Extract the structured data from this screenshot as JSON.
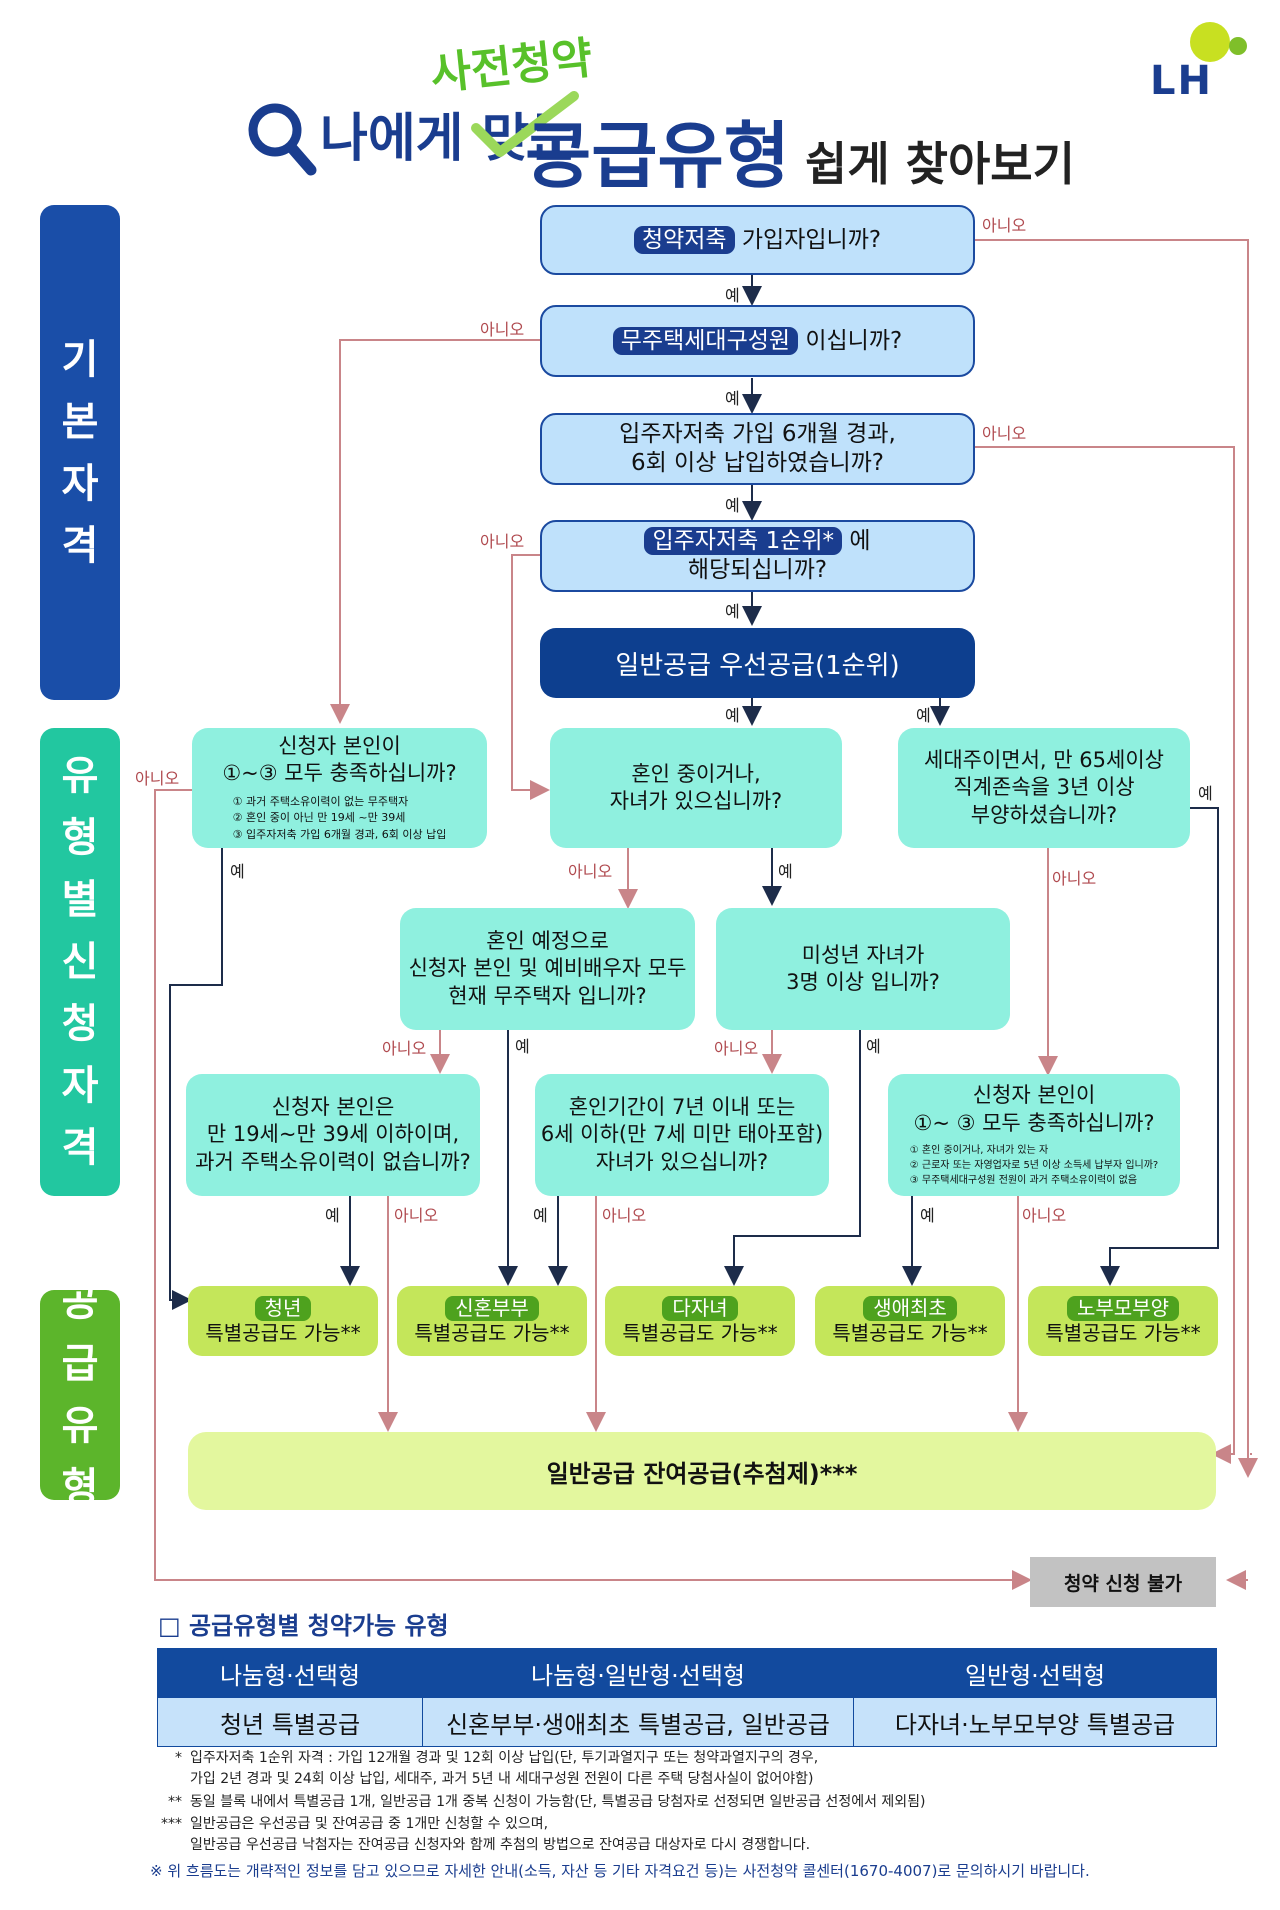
{
  "header": {
    "logo": "LH",
    "pre_title": "나에게 맞는",
    "badge": "사전청약",
    "main_title": "공급유형",
    "post_title": "쉽게 찾아보기"
  },
  "colors": {
    "navy": "#1a3d8f",
    "mint": "#8ff0df",
    "lime": "#c4e65a",
    "green": "#58c12a",
    "no_line": "#c98589"
  },
  "bands": {
    "basic": "기본자격",
    "type": "유형별신청자격",
    "supply": "공급유형"
  },
  "labels": {
    "yes": "예",
    "no": "아니오"
  },
  "flow": {
    "q1": {
      "tag": "청약저축",
      "text": "가입자입니까?"
    },
    "q2": {
      "tag": "무주택세대구성원",
      "text": "이십니까?"
    },
    "q3": {
      "line1": "입주자저축 가입 6개월 경과,",
      "line2": "6회 이상 납입하였습니까?"
    },
    "q4": {
      "tag": "입주자저축 1순위*",
      "text": "에",
      "line2": "해당되십니까?"
    },
    "priority": "일반공급 우선공급(1순위)",
    "m_self": {
      "line1": "신청자 본인이",
      "line2": "①~③ 모두 충족하십니까?",
      "n1": "① 과거 주택소유이력이 없는 무주택자",
      "n2": "② 혼인 중이 아닌 만 19세 ~만 39세",
      "n3": "③ 입주자저축 가입 6개월 경과, 6회 이상 납입"
    },
    "m_married": {
      "line1": "혼인 중이거나,",
      "line2": "자녀가 있으십니까?"
    },
    "m_elder": {
      "line1": "세대주이면서, 만 65세이상",
      "line2": "직계존속을 3년 이상",
      "line3": "부양하셨습니까?"
    },
    "m_engaged": {
      "line1": "혼인 예정으로",
      "line2": "신청자 본인 및 예비배우자 모두",
      "line3": "현재 무주택자 입니까?"
    },
    "m_kids": {
      "line1": "미성년 자녀가",
      "line2": "3명 이상 입니까?"
    },
    "m_youth": {
      "line1": "신청자 본인은",
      "line2": "만 19세~만 39세 이하이며,",
      "line3": "과거 주택소유이력이 없습니까?"
    },
    "m_newlywed": {
      "line1": "혼인기간이 7년 이내 또는",
      "line2": "6세 이하(만 7세 미만 태아포함)",
      "line3": "자녀가 있으십니까?"
    },
    "m_first": {
      "line1": "신청자 본인이",
      "line2": "①~ ③ 모두 충족하십니까?",
      "n1": "① 혼인 중이거나, 자녀가 있는 자",
      "n2": "② 근로자 또는 자영업자로 5년 이상 소득세 납부자 입니까?",
      "n3": "③ 무주택세대구성원 전원이 과거 주택소유이력이 없음"
    },
    "results": [
      {
        "tag": "청년",
        "text": "특별공급도 가능**"
      },
      {
        "tag": "신혼부부",
        "text": "특별공급도 가능**"
      },
      {
        "tag": "다자녀",
        "text": "특별공급도 가능**"
      },
      {
        "tag": "생애최초",
        "text": "특별공급도 가능**"
      },
      {
        "tag": "노부모부양",
        "text": "특별공급도 가능**"
      }
    ],
    "remaining": "일반공급 잔여공급(추첨제)***",
    "ineligible": "청약 신청 불가"
  },
  "table": {
    "section_title": "□ 공급유형별 청약가능 유형",
    "headers": [
      "나눔형·선택형",
      "나눔형·일반형·선택형",
      "일반형·선택형"
    ],
    "cells": [
      "청년 특별공급",
      "신혼부부·생애최초 특별공급, 일반공급",
      "다자녀·노부모부양 특별공급"
    ]
  },
  "footnotes": {
    "f1_mark": "*",
    "f1_a": "입주자저축 1순위 자격 : 가입 12개월 경과 및 12회 이상 납입(단, 투기과열지구 또는 청약과열지구의 경우,",
    "f1_b": "가입 2년 경과 및 24회 이상 납입, 세대주, 과거 5년 내 세대구성원 전원이 다른 주택 당첨사실이 없어야함)",
    "f2_mark": "**",
    "f2": "동일 블록 내에서 특별공급 1개, 일반공급 1개 중복 신청이 가능함(단, 특별공급 당첨자로 선정되면 일반공급 선정에서 제외됨)",
    "f3_mark": "***",
    "f3_a": "일반공급은 우선공급 및 잔여공급 중 1개만 신청할 수 있으며,",
    "f3_b": "일반공급 우선공급 낙첨자는 잔여공급 신청자와 함께 추첨의 방법으로 잔여공급 대상자로 다시 경쟁합니다.",
    "notice": "※ 위 흐름도는 개략적인 정보를 담고 있으므로 자세한 안내(소득, 자산 등 기타 자격요건 등)는 사전청약 콜센터(1670-4007)로 문의하시기 바랍니다."
  }
}
